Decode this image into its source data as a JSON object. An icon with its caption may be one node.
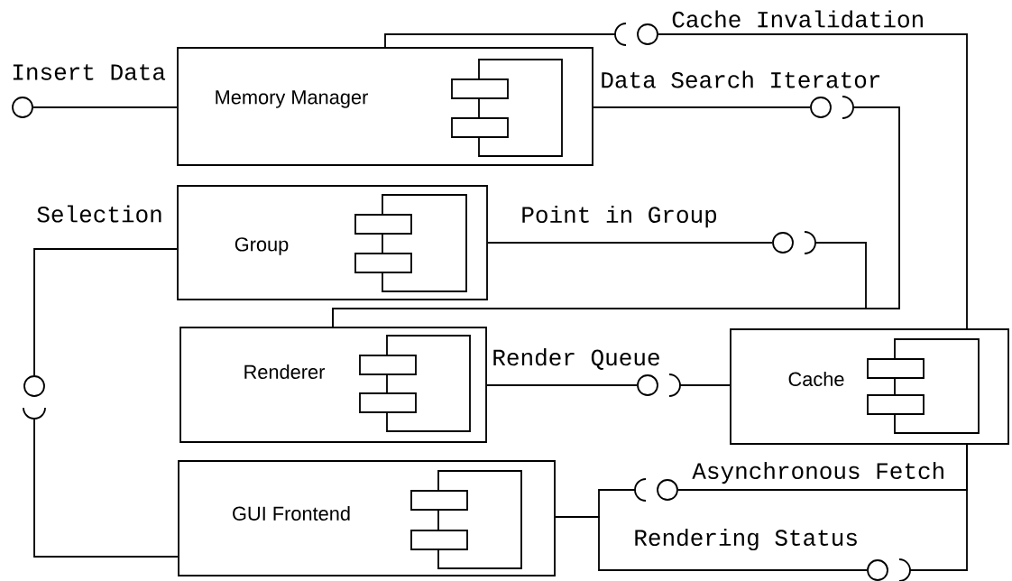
{
  "diagram": {
    "nodes": [
      {
        "text": [
          "Memory Manager"
        ]
      },
      {
        "text": [
          "Group"
        ]
      },
      {
        "text": [
          "Renderer"
        ]
      },
      {
        "text": [
          "Cache"
        ]
      },
      {
        "text": [
          "GUI Frontend"
        ]
      },
      {
        "text": [],
        "shape": "circle",
        "beside": [
          "Insert Data"
        ]
      },
      {
        "text": [],
        "shape": "circle",
        "beside": [
          "Cache Invalidation"
        ]
      },
      {
        "text": [],
        "shape": "circle",
        "beside": [
          "Data Search Iterator"
        ]
      },
      {
        "text": [],
        "shape": "circle",
        "beside": [
          "Point in Group"
        ]
      },
      {
        "text": [],
        "shape": "circle",
        "beside": [
          "Render Queue"
        ]
      },
      {
        "text": [],
        "shape": "circle"
      },
      {
        "text": [],
        "shape": "circle",
        "beside": [
          "Asynchronous Fetch"
        ]
      },
      {
        "text": [],
        "shape": "circle",
        "beside": [
          "Rendering Status"
        ]
      }
    ],
    "edges": [
      {
        "from": 0,
        "to": 5,
        "arrow": "none"
      },
      {
        "from": 3,
        "to": 6,
        "arrow": "none"
      },
      {
        "from": 0,
        "to": 6,
        "arrow": "none"
      },
      {
        "from": 0,
        "to": 7,
        "arrow": "none"
      },
      {
        "from": 2,
        "to": 7,
        "arrow": "none"
      },
      {
        "from": 1,
        "to": 8,
        "arrow": "none"
      },
      {
        "from": 2,
        "to": 8,
        "arrow": "none"
      },
      {
        "from": 2,
        "to": 9,
        "arrow": "none"
      },
      {
        "from": 3,
        "to": 9,
        "arrow": "none"
      },
      {
        "from": 1,
        "to": 10,
        "arrow": "none"
      },
      {
        "from": 4,
        "to": 10,
        "arrow": "none"
      },
      {
        "from": 3,
        "to": 11,
        "arrow": "none"
      },
      {
        "from": 4,
        "to": 11,
        "arrow": "none"
      },
      {
        "from": 4,
        "to": 12,
        "arrow": "none"
      },
      {
        "from": 3,
        "to": 12,
        "arrow": "none"
      }
    ],
    "labels": [
      "Selection"
    ]
  }
}
